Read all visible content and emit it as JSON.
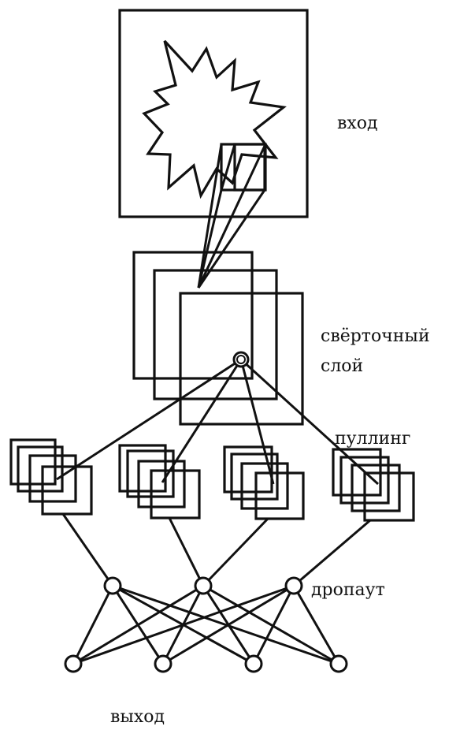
{
  "labels": {
    "input": "вход",
    "conv_line1": "свёрточный",
    "conv_line2": "слой",
    "pooling": "пуллинг",
    "dropout": "дропаут",
    "output": "выход"
  },
  "structure": {
    "pooling_groups": 4,
    "maps_per_pooling_group": 4,
    "conv_feature_maps": 3,
    "dropout_nodes": 3,
    "output_nodes": 4
  }
}
